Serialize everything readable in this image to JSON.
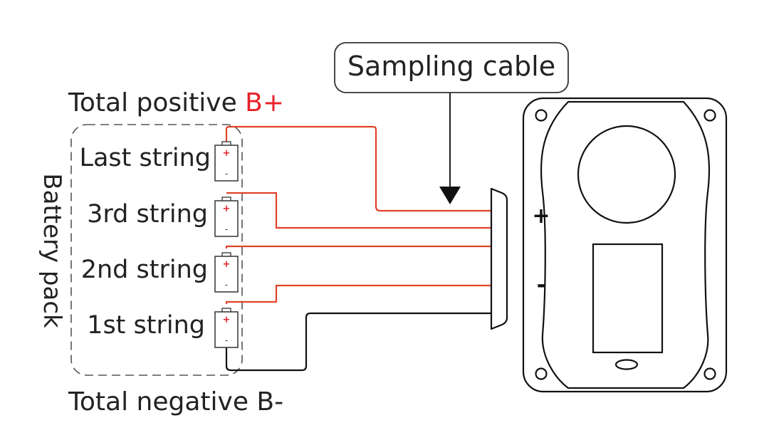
{
  "callout": {
    "label": "Sampling cable"
  },
  "labels": {
    "total_positive_prefix": "Total positive ",
    "total_positive_suffix": "B+",
    "total_negative": "Total negative B-",
    "battery_pack": "Battery pack"
  },
  "strings": [
    {
      "label": "Last string"
    },
    {
      "label": "3rd string"
    },
    {
      "label": "2nd string"
    },
    {
      "label": "1st string"
    }
  ],
  "cell_marks": {
    "positive": "+",
    "negative": "-"
  },
  "device": {
    "plus_label": "+",
    "minus_label": "-"
  },
  "colors": {
    "wire_red": "#e0432a",
    "wire_black": "#111111",
    "text": "#222222",
    "positive_accent": "#e8222a"
  }
}
